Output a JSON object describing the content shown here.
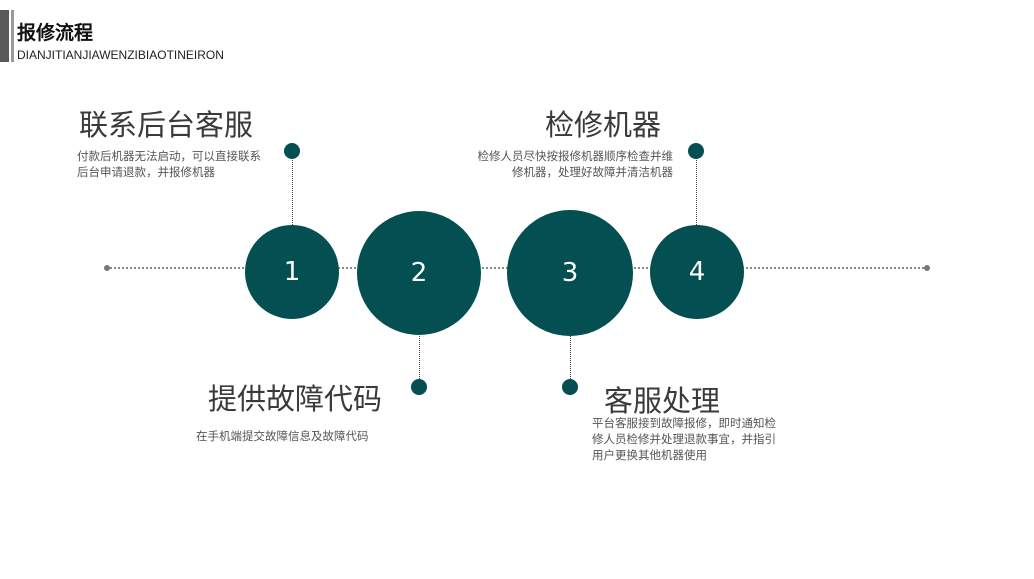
{
  "header": {
    "title": "报修流程",
    "subtitle": "DIANJITIANJIAWENZIBIAOTINEIRON"
  },
  "steps": [
    {
      "number": "1",
      "title": "联系后台客服",
      "desc": "付款后机器无法启动，可以直接联系后台申请退款，并报修机器"
    },
    {
      "number": "2",
      "title": "提供故障代码",
      "desc": "在手机端提交故障信息及故障代码"
    },
    {
      "number": "3",
      "title": "客服处理",
      "desc": "平台客服接到故障报修，即时通知检修人员检修并处理退款事宜，并指引用户更换其他机器使用"
    },
    {
      "number": "4",
      "title": "检修机器",
      "desc": "检修人员尽快按报修机器顺序检查并维修机器，处理好故障并清洁机器"
    }
  ],
  "colors": {
    "accent": "#034f52"
  }
}
